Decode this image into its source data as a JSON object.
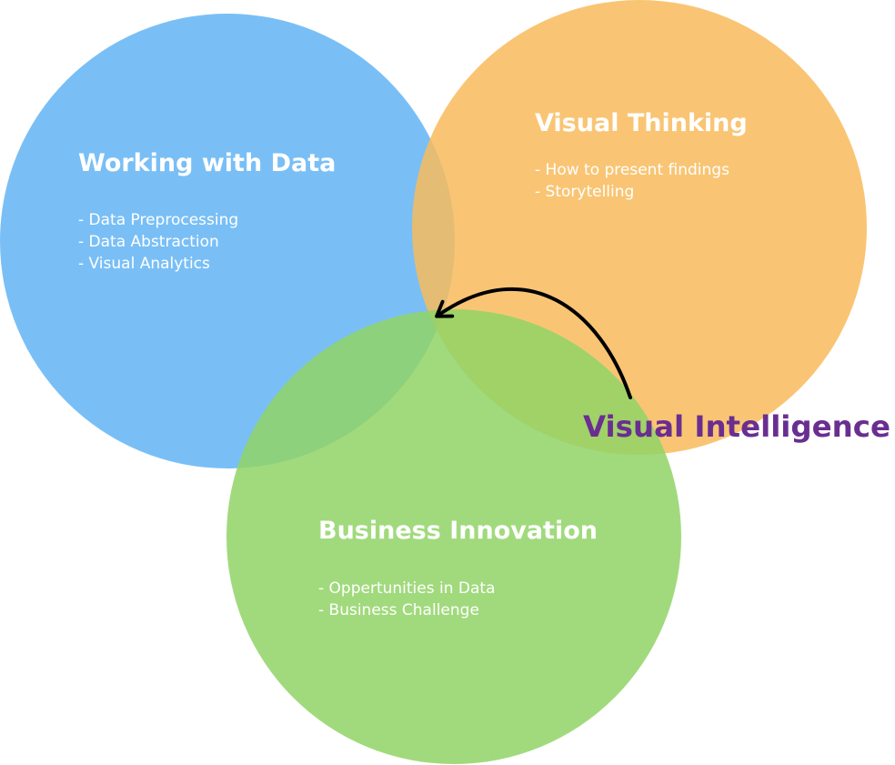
{
  "colors": {
    "data_circle": "#62b4f4",
    "thinking_circle": "#f8bb5c",
    "innovation_circle": "#90d366",
    "intersection_label": "#6a2e91",
    "arrow": "#000000",
    "text": "#ffffff"
  },
  "circles": {
    "working_with_data": {
      "title": "Working with Data",
      "items": [
        "- Data Preprocessing",
        "- Data Abstraction",
        "- Visual Analytics"
      ]
    },
    "visual_thinking": {
      "title": "Visual Thinking",
      "items": [
        "- How to present findings",
        "- Storytelling"
      ]
    },
    "business_innovation": {
      "title": "Business Innovation",
      "items": [
        "- Oppertunities in Data",
        "- Business Challenge"
      ]
    }
  },
  "intersection": {
    "label": "Visual Intelligence"
  }
}
